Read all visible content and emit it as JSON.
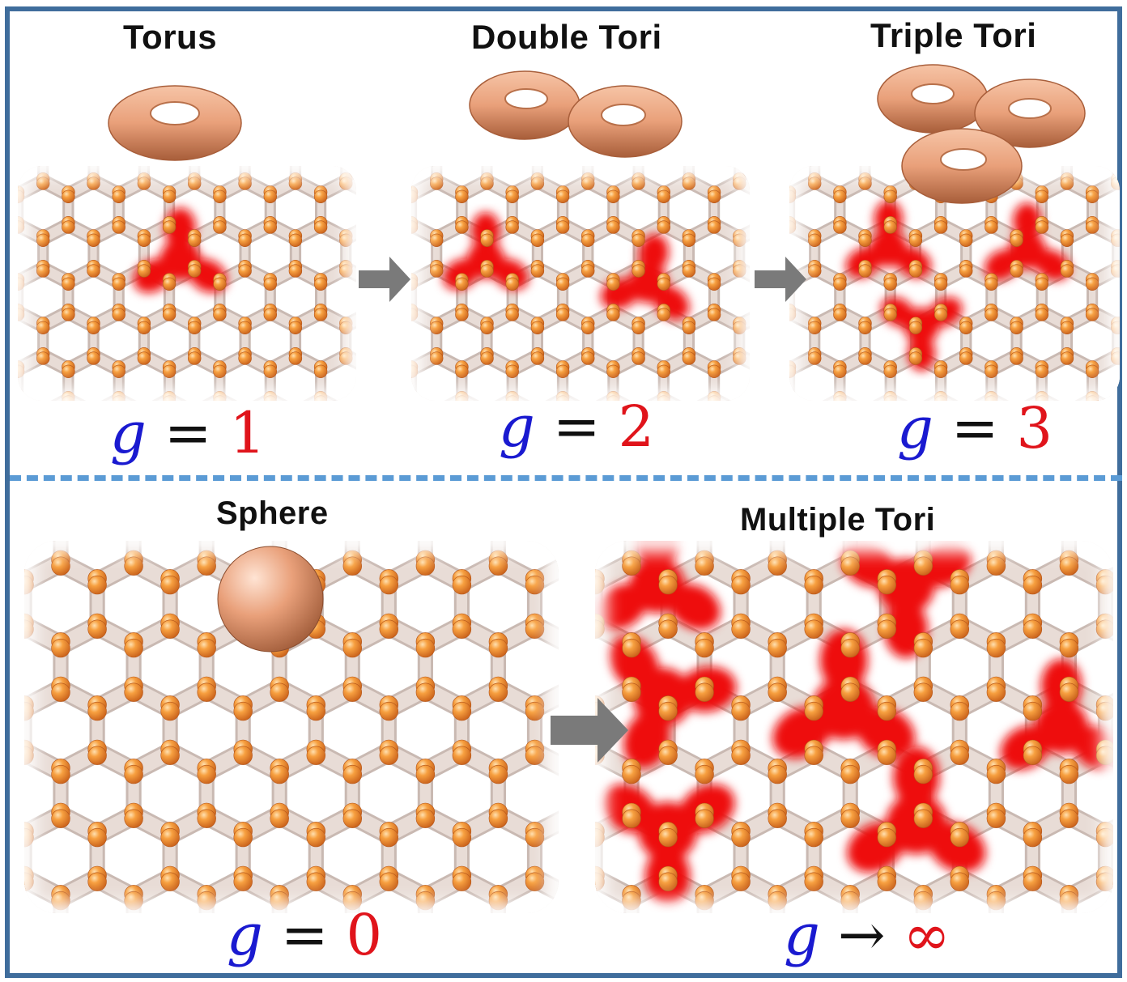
{
  "top_panels": [
    {
      "title": "Torus",
      "var": "g",
      "op": "=",
      "value": "1"
    },
    {
      "title": "Double Tori",
      "var": "g",
      "op": "=",
      "value": "2"
    },
    {
      "title": "Triple Tori",
      "var": "g",
      "op": "=",
      "value": "3"
    }
  ],
  "bottom_panels": [
    {
      "title": "Sphere",
      "var": "g",
      "op": "=",
      "value": "0"
    },
    {
      "title": "Multiple Tori",
      "var": "g",
      "op": "→",
      "value": "∞"
    }
  ],
  "colors": {
    "frame": "#3f6d9c",
    "divider": "#5b9bd5",
    "atom": "#f08a24",
    "highlight": "#ee1111",
    "torus": "#e9a07a",
    "arrow": "#7a7a7a",
    "variable": "#1a1ad0",
    "value": "#e0141b"
  }
}
